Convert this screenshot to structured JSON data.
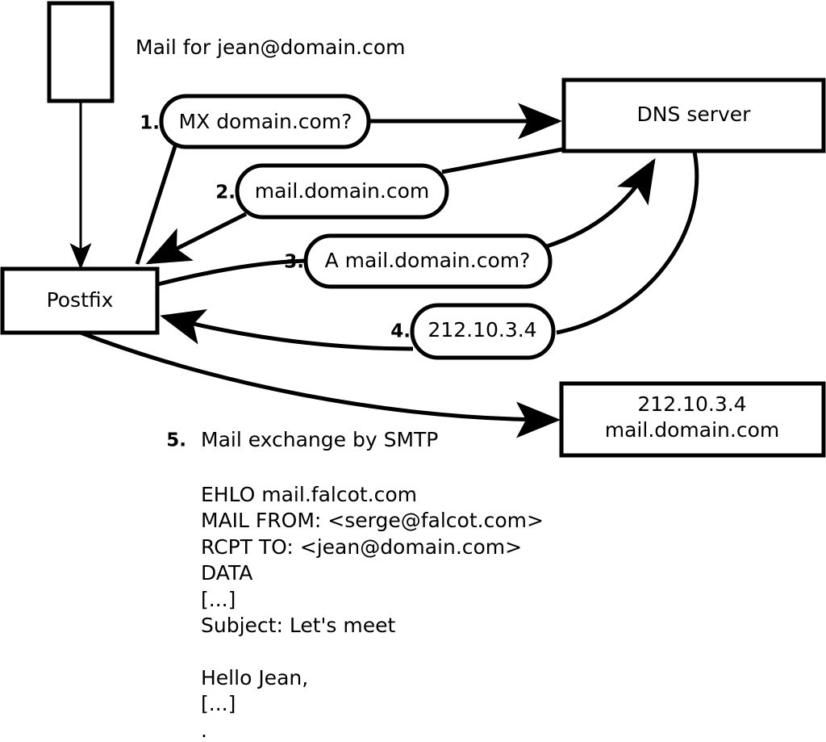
{
  "diagram": {
    "title_note": "Mail for jean@domain.com",
    "nodes": [
      {
        "id": "sender-host",
        "label": "",
        "shape": "rect"
      },
      {
        "id": "postfix",
        "label": "Postfix",
        "shape": "rect"
      },
      {
        "id": "dns-server",
        "label": "DNS server",
        "shape": "rect"
      },
      {
        "id": "mail-server",
        "label_line1": "212.10.3.4",
        "label_line2": "mail.domain.com",
        "shape": "rect"
      }
    ],
    "steps": [
      {
        "num": "1.",
        "label": "MX domain.com?",
        "direction": "postfix-to-dns"
      },
      {
        "num": "2.",
        "label": "mail.domain.com",
        "direction": "dns-to-postfix"
      },
      {
        "num": "3.",
        "label": "A mail.domain.com?",
        "direction": "postfix-to-dns"
      },
      {
        "num": "4.",
        "label": "212.10.3.4",
        "direction": "dns-to-postfix"
      },
      {
        "num": "5.",
        "label": "Mail exchange by SMTP",
        "direction": "postfix-to-mailserver"
      }
    ],
    "transcript": [
      "EHLO mail.falcot.com",
      "MAIL FROM: <serge@falcot.com>",
      "RCPT TO: <jean@domain.com>",
      "DATA",
      "[...]",
      "Subject: Let's meet",
      "",
      "Hello Jean,",
      "[...]",
      "."
    ],
    "colors": {
      "stroke": "#000000",
      "fill": "#ffffff",
      "text": "#000000"
    }
  }
}
